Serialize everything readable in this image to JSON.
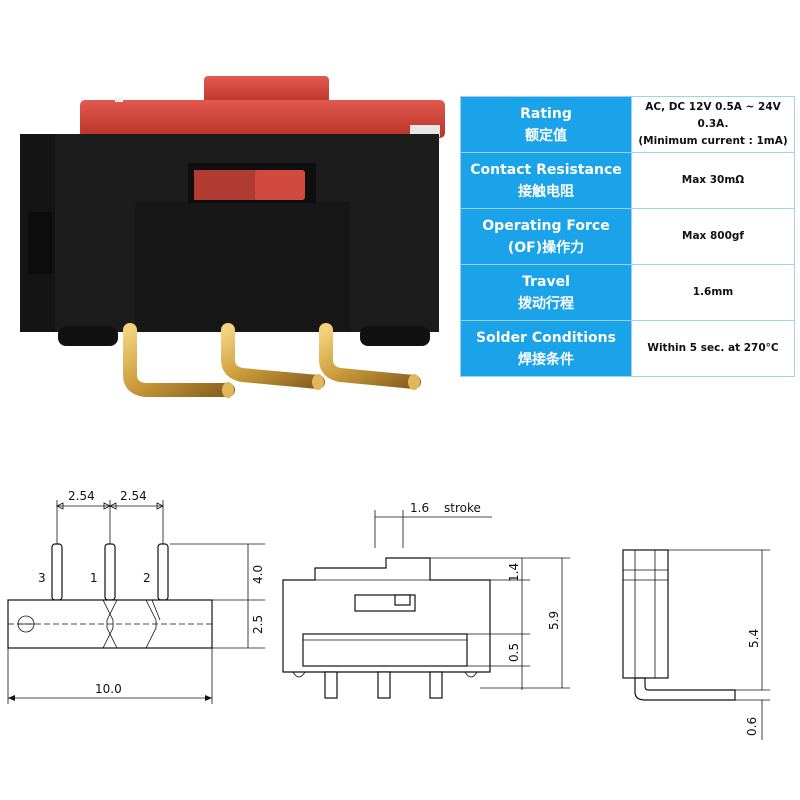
{
  "colors": {
    "table_header_bg": "#1aa3e8",
    "table_border": "#9ed0ef",
    "actuator_red": "#d9443b",
    "housing_black": "#1c1c1c",
    "pin_gold": "#c99a3a"
  },
  "photo": {
    "subject": "slide switch with red actuator and three gold right-angle pins"
  },
  "specs": [
    {
      "label_en": "Rating",
      "label_zh": "额定值",
      "value_line1": "AC, DC 12V 0.5A ~ 24V 0.3A.",
      "value_line2": "(Minimum current : 1mA)"
    },
    {
      "label_en": "Contact Resistance",
      "label_zh": "接触电阻",
      "value_line1": "Max 30mΩ",
      "value_line2": ""
    },
    {
      "label_en": "Operating Force",
      "label_zh": "(OF)操作力",
      "value_line1": "Max 800gf",
      "value_line2": ""
    },
    {
      "label_en": "Travel",
      "label_zh": "拨动行程",
      "value_line1": "1.6mm",
      "value_line2": ""
    },
    {
      "label_en": "Solder Conditions",
      "label_zh": "焊接条件",
      "value_line1": "Within 5 sec. at 270°C",
      "value_line2": ""
    }
  ],
  "drawing_top": {
    "dim_pitch_left": "2.54",
    "dim_pitch_right": "2.54",
    "pin_3": "3",
    "pin_1": "1",
    "pin_2": "2",
    "dim_pin_height": "4.0",
    "dim_body_height": "2.5",
    "dim_length": "10.0"
  },
  "drawing_front": {
    "dim_stroke": "1.6",
    "stroke_label": "stroke",
    "dim_knob": "1.4",
    "dim_total": "5.9",
    "dim_window": "0.5"
  },
  "drawing_side": {
    "dim_height": "5.4",
    "dim_pin_thickness": "0.6"
  }
}
